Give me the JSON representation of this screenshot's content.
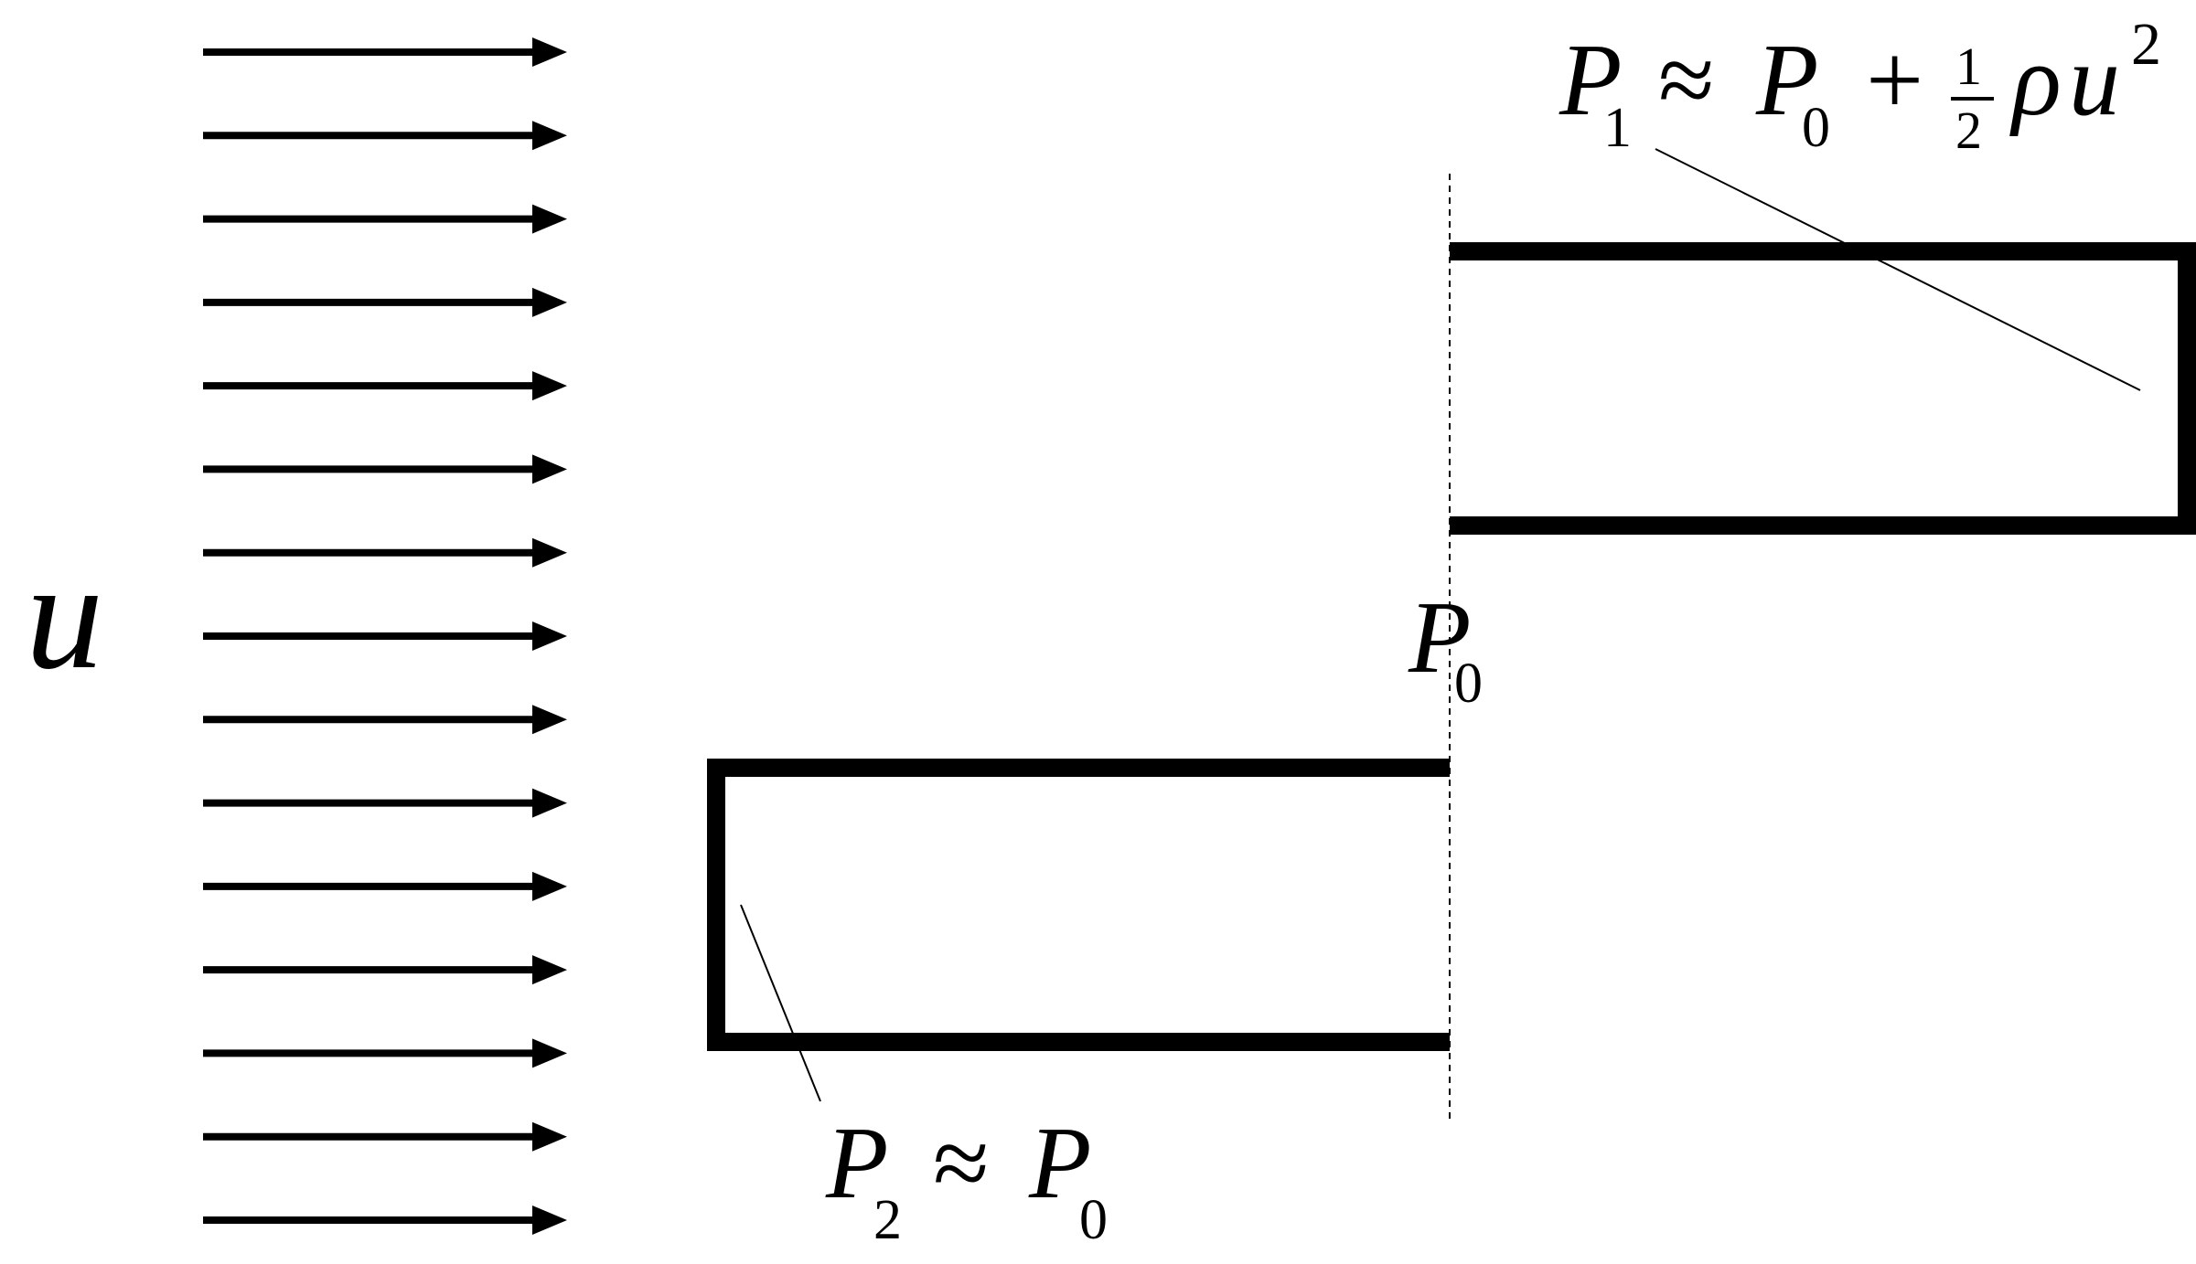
{
  "velocity_label": "u",
  "labels": {
    "p1": {
      "main": "P",
      "sub": "1",
      "rel": "≈",
      "rhs_main": "P",
      "rhs_sub": "0",
      "plus": "+",
      "frac_num": "1",
      "frac_den": "2",
      "rho": "ρ",
      "u": "u",
      "sup": "2"
    },
    "p0": {
      "main": "P",
      "sub": "0"
    },
    "p2": {
      "main": "P",
      "sub": "2",
      "rel": "≈",
      "rhs_main": "P",
      "rhs_sub": "0"
    }
  },
  "arrows": {
    "count": 15
  },
  "colors": {
    "ink": "#000000",
    "background": "#ffffff"
  }
}
